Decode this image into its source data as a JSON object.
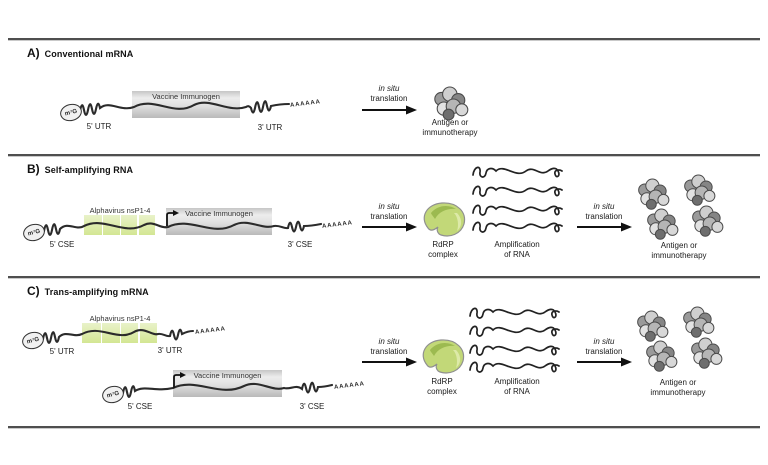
{
  "figure_type": "mRNA vaccine platform schematic",
  "colors": {
    "replicase_green": "#d9e9a4",
    "gene_gray": "#c9c9c9",
    "rdrp_green": "#b9d170",
    "strand_dark": "#2b2b2b",
    "background": "#ffffff"
  },
  "shared": {
    "cap": "m⁷G",
    "poly_a": "AAAAAA",
    "in_situ": "in situ",
    "translation": "translation",
    "antigen_line1": "Antigen or",
    "antigen_line2": "immunotherapy",
    "rdrp_line1": "RdRP",
    "rdrp_line2": "complex",
    "amp_line1": "Amplification",
    "amp_line2": "of RNA"
  },
  "panels": {
    "a": {
      "letter": "A)",
      "title": "Conventional mRNA",
      "five": "5' UTR",
      "gene": "Vaccine Immunogen",
      "three": "3' UTR"
    },
    "b": {
      "letter": "B)",
      "title": "Self-amplifying RNA",
      "five": "5' CSE",
      "replicase": "Alphavirus nsP1-4",
      "gene": "Vaccine Immunogen",
      "three": "3' CSE"
    },
    "c": {
      "letter": "C)",
      "title": "Trans-amplifying mRNA",
      "rna1": {
        "five": "5' UTR",
        "replicase": "Alphavirus nsP1-4",
        "three": "3' UTR"
      },
      "rna2": {
        "five": "5' CSE",
        "gene": "Vaccine Immunogen",
        "three": "3' CSE"
      }
    }
  }
}
